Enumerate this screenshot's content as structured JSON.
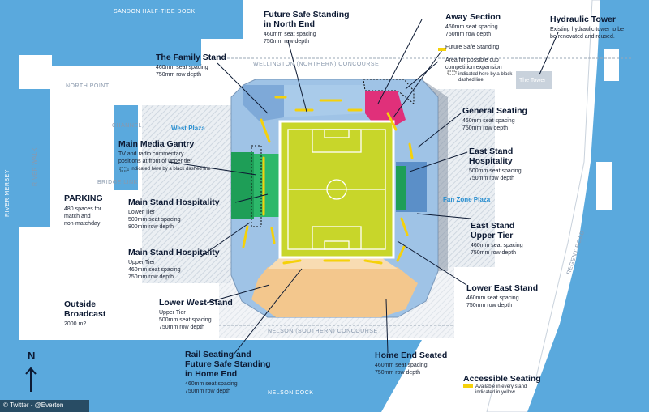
{
  "places": {
    "sandon_dock": "SANDON HALF-TIDE DOCK",
    "north_point": "NORTH POINT",
    "channel": "CHANNEL",
    "bridge_link": "BRIDGE LINK",
    "river_walk": "RIVER WALK",
    "river_mersey": "RIVER MERSEY",
    "wellington": "WELLINGTON (NORTHERN) CONCOURSE",
    "nelson_concourse": "NELSON (SOUTHERN) CONCOURSE",
    "nelson_dock": "NELSON DOCK",
    "regent_road": "REGENT ROAD",
    "the_tower": "The Tower",
    "west_plaza": "West Plaza",
    "fan_zone": "Fan Zone Plaza"
  },
  "labels": {
    "family_stand": {
      "title": "The Family Stand",
      "lines": [
        "460mm seat spacing",
        "750mm row depth"
      ]
    },
    "north_end": {
      "title": [
        "Future Safe Standing",
        "in North End"
      ],
      "lines": [
        "460mm seat spacing",
        "750mm row depth"
      ]
    },
    "away": {
      "title": "Away Section",
      "lines": [
        "460mm seat spacing",
        "750mm row depth"
      ]
    },
    "hydraulic": {
      "title": "Hydraulic Tower",
      "lines": [
        "Existing hydraulic tower to be",
        "be renovated and reused."
      ]
    },
    "future_safe_note": "Future Safe Standing",
    "cup_area": {
      "lines": [
        "Area for possible cup",
        "competition expansion"
      ],
      "note": "indicated here by a black dashed line"
    },
    "general": {
      "title": "General Seating",
      "lines": [
        "460mm seat spacing",
        "750mm row depth"
      ]
    },
    "media": {
      "title": "Main Media Gantry",
      "lines": [
        "TV and radio commentary",
        "positions at front of upper tier"
      ],
      "note": "indicated here by a black dashed line"
    },
    "east_hosp": {
      "title": [
        "East Stand",
        "Hospitality"
      ],
      "lines": [
        "500mm seat spacing",
        "750mm row depth"
      ]
    },
    "main_hosp_lower": {
      "title": "Main Stand Hospitality",
      "lines": [
        "Lower Tier",
        "500mm seat spacing",
        "800mm row depth"
      ]
    },
    "east_upper": {
      "title": [
        "East Stand",
        "Upper Tier"
      ],
      "lines": [
        "460mm seat spacing",
        "750mm row depth"
      ]
    },
    "main_hosp_upper": {
      "title": "Main Stand Hospitality",
      "lines": [
        "Upper Tier",
        "460mm seat spacing",
        "750mm row depth"
      ]
    },
    "lower_east": {
      "title": "Lower East Stand",
      "lines": [
        "460mm seat spacing",
        "750mm row depth"
      ]
    },
    "lower_west": {
      "title": "Lower West Stand",
      "lines": [
        "Upper Tier",
        "500mm seat spacing",
        "750mm row depth"
      ]
    },
    "parking": {
      "title": "PARKING",
      "lines": [
        "480 spaces for",
        "match and",
        "non-matchday"
      ]
    },
    "broadcast": {
      "title": [
        "Outside",
        "Broadcast"
      ],
      "lines": [
        "2000 m2"
      ]
    },
    "rail": {
      "title": [
        "Rail Seating and",
        "Future Safe Standing",
        "in Home End"
      ],
      "lines": [
        "460mm seat spacing",
        "750mm row depth"
      ]
    },
    "home_end": {
      "title": "Home End Seated",
      "lines": [
        "460mm seat spacing",
        "750mm row depth"
      ]
    },
    "accessible": {
      "title": "Accessible Seating",
      "lines": [
        "Available in every stand",
        "indicated in yellow"
      ]
    }
  },
  "north": "N",
  "credit": "© Twitter - @Everton",
  "colors": {
    "water": "#5aa9dd",
    "land": "#ffffff",
    "hatch": "#dde3ea",
    "stand": "#9fc3e6",
    "family": "#7ea9d8",
    "pitch": "#c8d62a",
    "pitch_line": "#ffffff",
    "away": "#e0307a",
    "hospitality": "#1e9e57",
    "east_hosp": "#5b8fc8",
    "home_end": "#f3c78d",
    "accessible": "#f5d10a",
    "text": "#0d1a33"
  }
}
